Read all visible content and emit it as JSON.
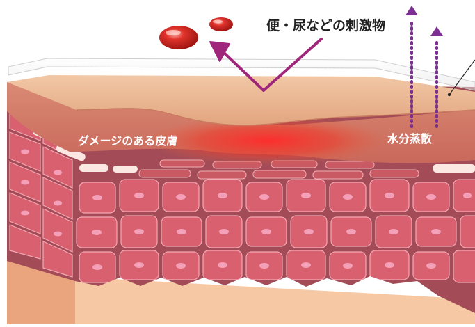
{
  "labels": {
    "irritants": "便・尿などの刺激物",
    "damaged_skin": "ダメージのある皮膚",
    "water_evaporation": "水分蒸散"
  },
  "colors": {
    "background": "#ffffff",
    "inner_dermis": "#f6c8a4",
    "tissue_base": "#a34c57",
    "cell_fill": "#d8606f",
    "cell_nucleus": "#f4a0b8",
    "epidermis_band": "#d77e6a",
    "surface_layer": "#e9b38f",
    "damage_glow": "#e52b22",
    "protective_film": "#dddddd",
    "arrow_magenta": "#a0267c",
    "evaporation_dots": "#7b2f93",
    "irritant_droplet": "#c8221e"
  },
  "icons": {
    "irritant_droplets": "red-droplet-icon",
    "deflection_arrow": "v-arrow-icon",
    "evaporation_arrows": "dotted-up-arrow-icon"
  }
}
